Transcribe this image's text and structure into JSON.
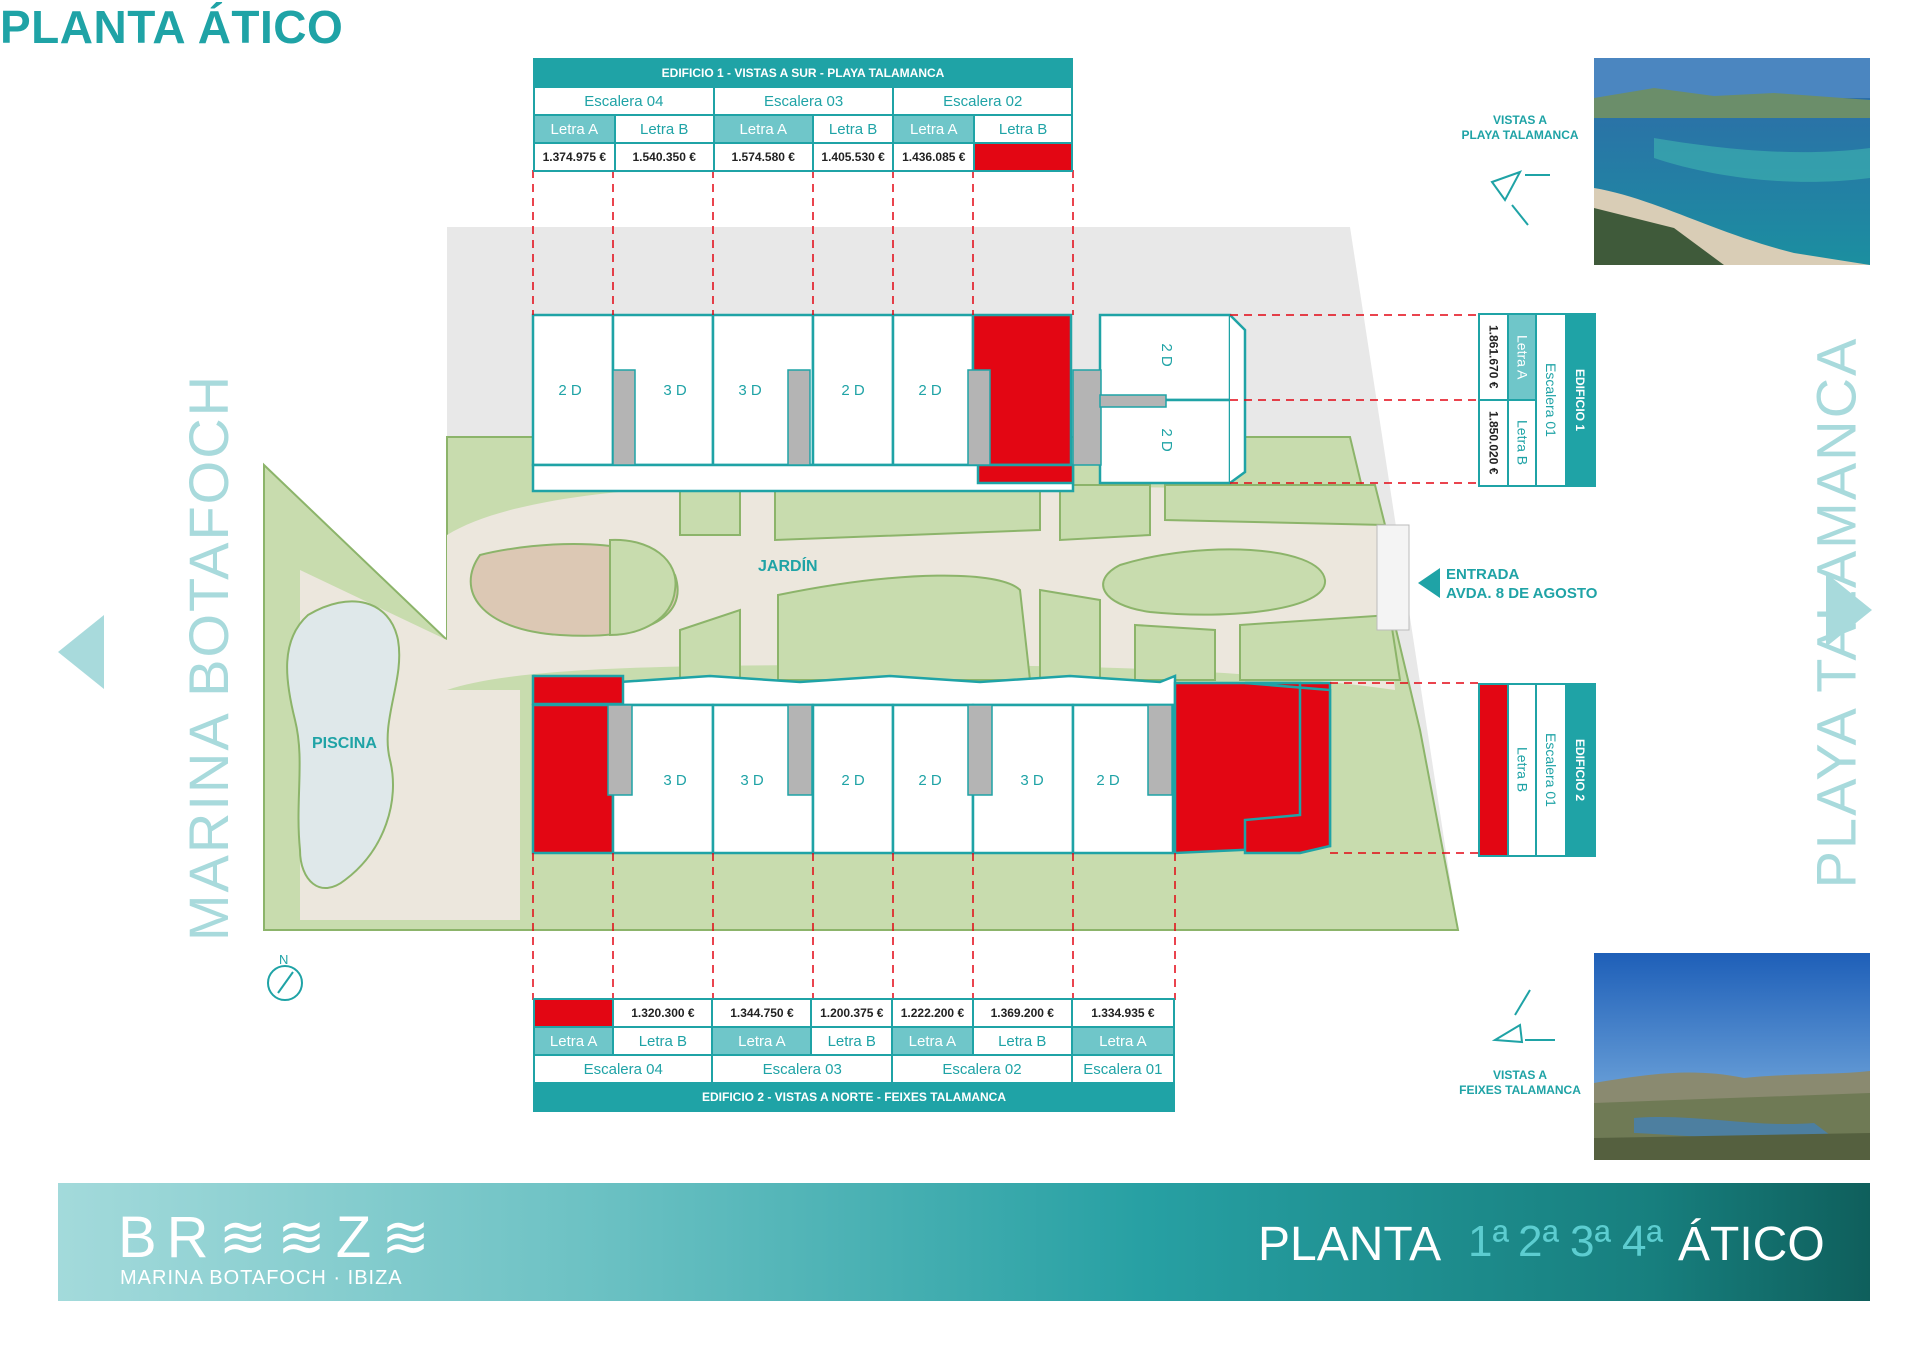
{
  "page_title": "PLANTA ÁTICO",
  "legibility_note": "Some label text in this image is too small or blurry to read with confidence; such values are left empty.",
  "colors": {
    "teal": "#1fa3a6",
    "light_teal": "#6fc6c9",
    "sold_red": "#e30613",
    "garden": "#c8dcae",
    "path": "#ece7dd",
    "pale": "#a8dadc"
  },
  "building1_table": {
    "title": "EDIFICIO 1 - VISTAS A SUR - PLAYA TALAMANCA",
    "escaleras": [
      "Escalera 04",
      "Escalera 03",
      "Escalera 02"
    ],
    "letras": [
      "Letra A",
      "Letra B",
      "Letra A",
      "Letra B",
      "Letra A",
      "Letra B"
    ],
    "prices": [
      "1.374.975 €",
      "1.540.350 €",
      "1.574.580 €",
      "1.405.530 €",
      "1.436.085 €",
      ""
    ],
    "sold": [
      false,
      false,
      false,
      false,
      false,
      true
    ]
  },
  "building2_table": {
    "title": "EDIFICIO 2 - VISTAS A NORTE - FEIXES TALAMANCA",
    "escaleras": [
      "Escalera 04",
      "Escalera 03",
      "Escalera 02",
      "Escalera 01"
    ],
    "letras": [
      "Letra A",
      "Letra B",
      "Letra A",
      "Letra B",
      "Letra A",
      "Letra B",
      "Letra A"
    ],
    "prices": [
      "",
      "1.320.300 €",
      "1.344.750 €",
      "1.200.375 €",
      "1.222.200 €",
      "1.369.200 €",
      "1.334.935 €"
    ],
    "sold": [
      true,
      false,
      false,
      false,
      false,
      false,
      false
    ]
  },
  "building1_side": {
    "title": "EDIFICIO 1",
    "escalera": "Escalera 01",
    "letras": [
      "Letra A",
      "Letra B"
    ],
    "prices": [
      "1.861.670 €",
      "1.850.020 €"
    ]
  },
  "building2_side": {
    "title": "EDIFICIO 2",
    "escalera": "Escalera 01",
    "letra": "Letra B"
  },
  "plan": {
    "units_top": [
      "2 D",
      "3 D",
      "3 D",
      "2 D",
      "2 D"
    ],
    "units_top_right": [
      "2 D",
      "2 D"
    ],
    "units_bottom": [
      "3 D",
      "3 D",
      "2 D",
      "2 D",
      "3 D",
      "2 D"
    ],
    "jardin": "JARDÍN",
    "piscina": "PISCINA",
    "entrada": [
      "ENTRADA",
      "AVDA. 8 DE AGOSTO"
    ],
    "north": "N"
  },
  "side_left": "MARINA BOTAFOCH",
  "side_right": "PLAYA TALAMANCA",
  "view_top": [
    "VISTAS A",
    "PLAYA TALAMANCA"
  ],
  "view_bottom": [
    "VISTAS A",
    "FEIXES TALAMANCA"
  ],
  "footer": {
    "brand": "BR≋≋Z≋",
    "brand_sub": "MARINA BOTAFOCH  ·  IBIZA",
    "planta": "PLANTA",
    "floors": [
      "1ª",
      "2ª",
      "3ª",
      "4ª"
    ],
    "current": "ÁTICO"
  }
}
